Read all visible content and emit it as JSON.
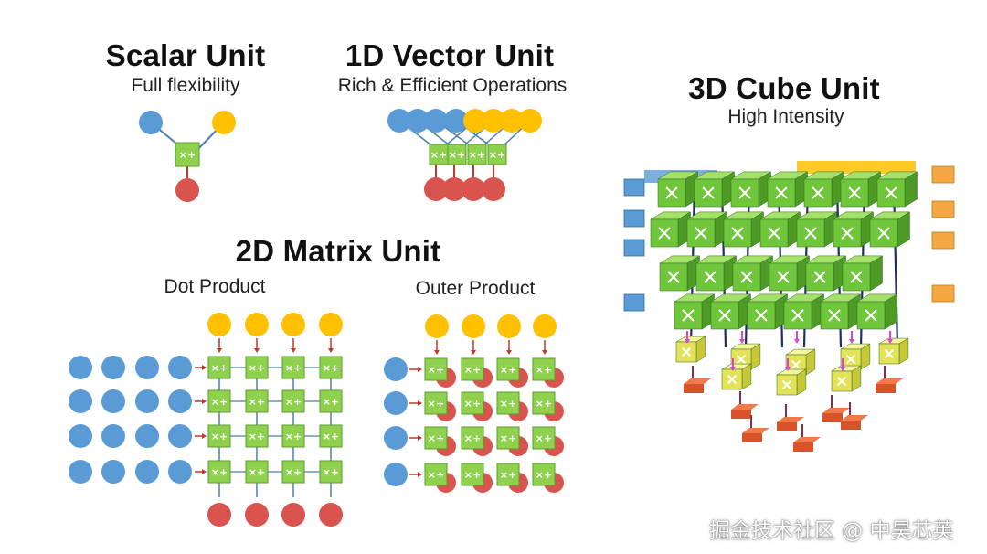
{
  "colors": {
    "input_a": "#5b9bd5",
    "input_b": "#ffc000",
    "output": "#d9534f",
    "mac": "#8fd14f",
    "mac_edge": "#5a9e2b",
    "mac_text": "#ffffff",
    "arrow": "#c0392b",
    "line": "#4a7fb0"
  },
  "scalar": {
    "title": "Scalar Unit",
    "subtitle": "Full flexibility",
    "op_label": "×+"
  },
  "vector": {
    "title": "1D Vector Unit",
    "subtitle": "Rich & Efficient Operations",
    "lane_count": 4,
    "op_label": "×+"
  },
  "matrix": {
    "title": "2D Matrix Unit",
    "dot_product": {
      "label": "Dot Product",
      "size": 4,
      "op_label": "×+"
    },
    "outer_product": {
      "label": "Outer Product",
      "size": 4,
      "op_label": "×+"
    }
  },
  "cube": {
    "title": "3D Cube Unit",
    "subtitle": "High Intensity",
    "icon": "mac-cube-3d-icon"
  },
  "watermark": "掘金技术社区 @ 中昊芯英"
}
